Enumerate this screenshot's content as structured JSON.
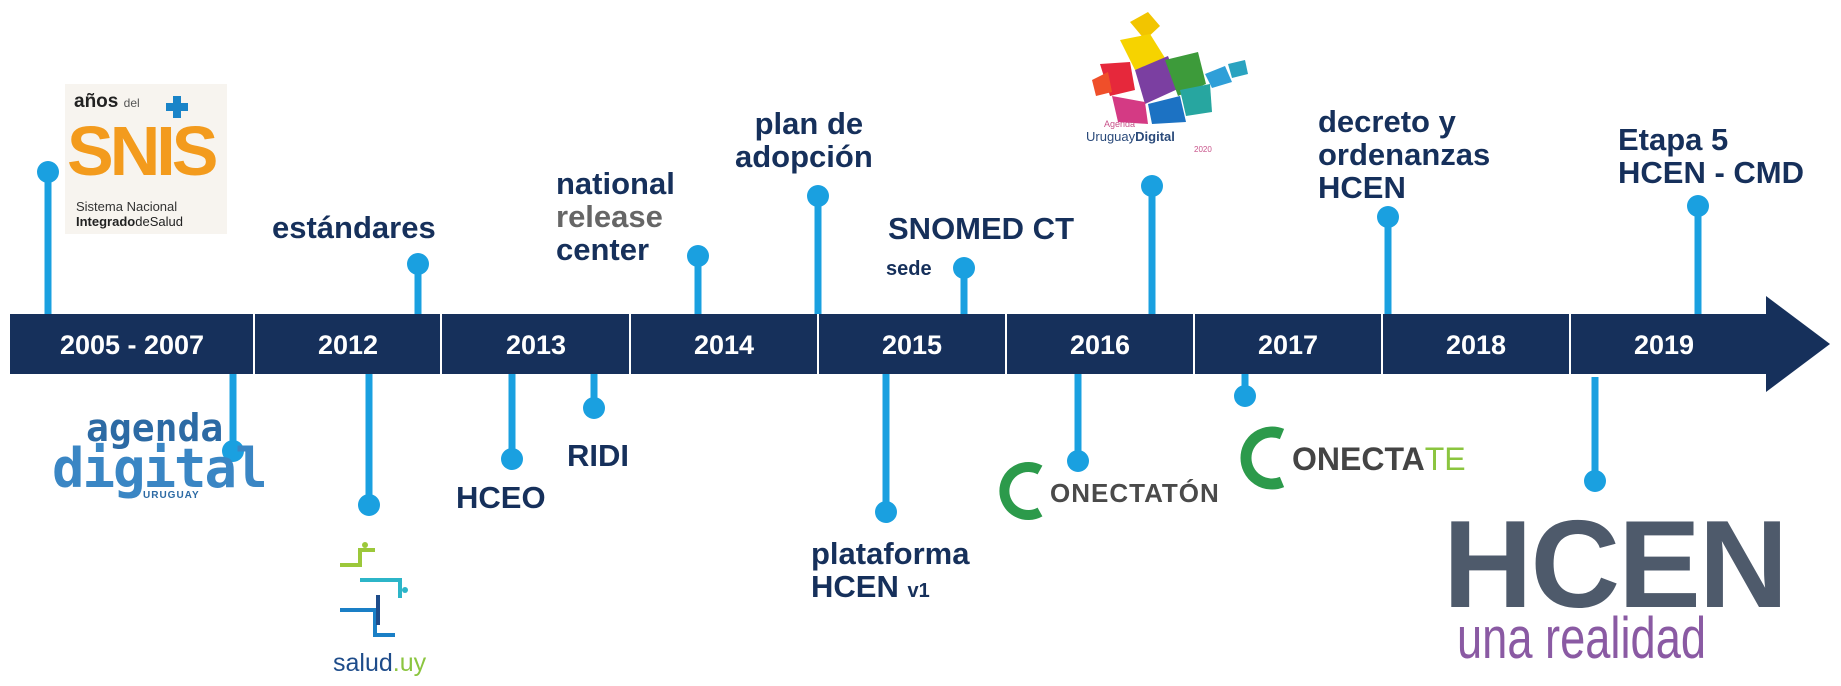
{
  "timeline": {
    "years": [
      "2005 - 2007",
      "2012",
      "2013",
      "2014",
      "2015",
      "2016",
      "2017",
      "2018",
      "2019"
    ],
    "colors": {
      "bar": "#16305b",
      "marker": "#1aa0e0",
      "text": "#16305b"
    }
  },
  "events_above": {
    "estandares": "estándares",
    "nrc_line1": "national",
    "nrc_line2": "release",
    "nrc_line3": "center",
    "plan_line1": "plan de",
    "plan_line2": "adopción",
    "snomed": "SNOMED CT",
    "snomed_sub": "sede",
    "decreto_line1": "decreto y",
    "decreto_line2": "ordenanzas",
    "decreto_line3": "HCEN",
    "etapa_line1": "Etapa 5",
    "etapa_line2": "HCEN - CMD"
  },
  "events_below": {
    "hceo": "HCEO",
    "ridi": "RIDI",
    "plataforma_line1": "plataforma",
    "plataforma_line2": "HCEN",
    "plataforma_version": "v1"
  },
  "logos": {
    "snis_top": "años",
    "snis_del": "del",
    "snis_big": "SNIS",
    "snis_line1": "Sistema Nacional",
    "snis_line2_bold": "Integrado",
    "snis_line2_rest": "deSalud",
    "agenda_line1": "agenda",
    "agenda_line2": "digital",
    "agenda_line3": "URUGUAY",
    "salud_main": "salud",
    "salud_ext": ".uy",
    "uydigital_small": "Agenda",
    "uydigital_main": "Uruguay",
    "uydigital_bold": "Digital",
    "uydigital_year": "2020",
    "conectaton_c": "C",
    "conectaton_rest": "ONECTATÓN",
    "conectate_c": "C",
    "conectate_mid": "ONECTA",
    "conectate_end": "TE",
    "hcen_big": "HCEN",
    "hcen_sub": "una realidad"
  }
}
